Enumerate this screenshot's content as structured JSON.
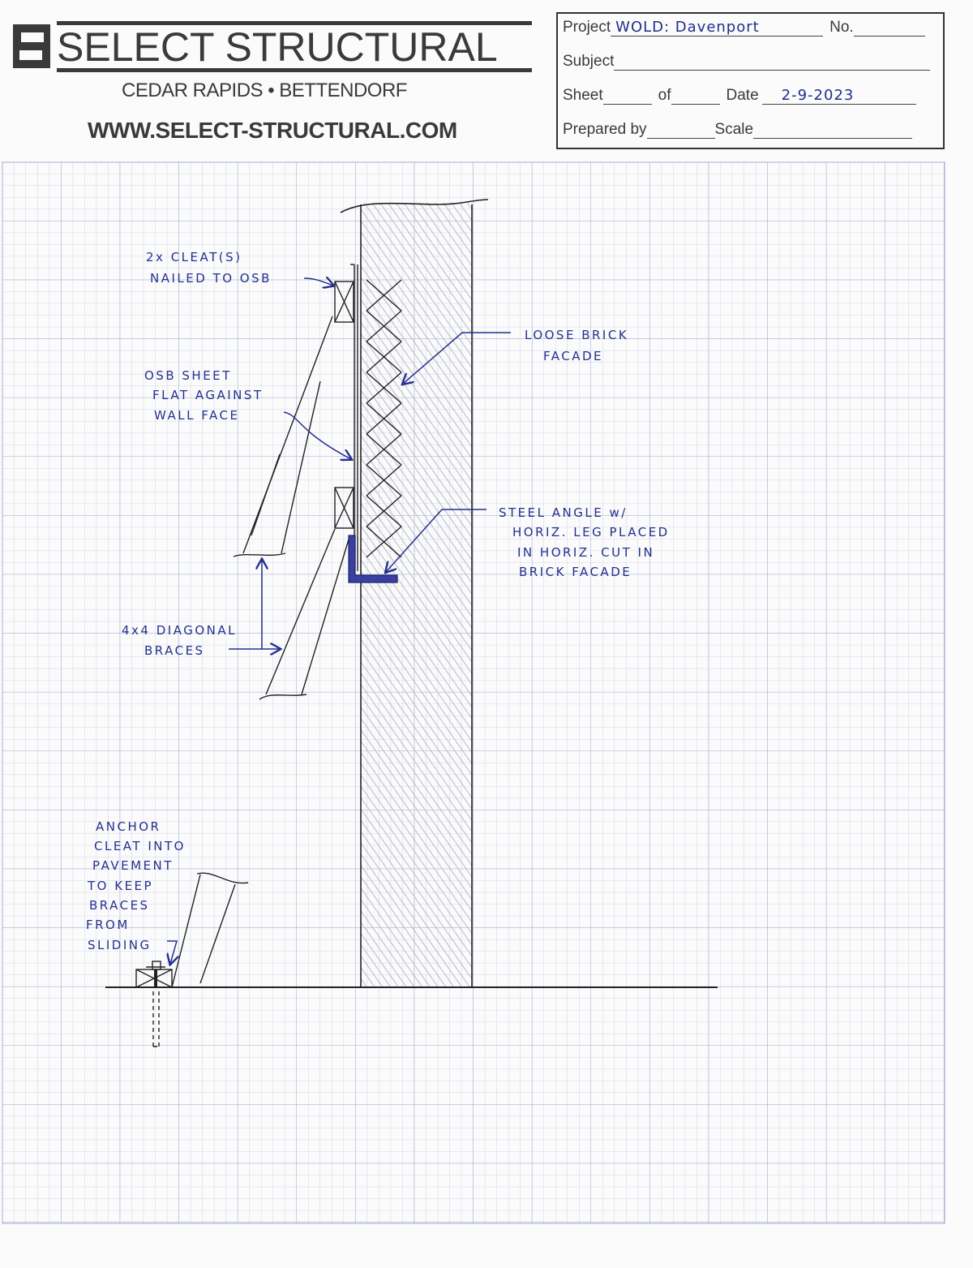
{
  "header": {
    "company": "SELECT STRUCTURAL",
    "locations": "CEDAR RAPIDS • BETTENDORF",
    "website": "WWW.SELECT-STRUCTURAL.COM"
  },
  "title_block": {
    "project_label": "Project",
    "project_value": "WOLD: Davenport",
    "no_label": "No.",
    "no_value": "",
    "subject_label": "Subject",
    "subject_value": "",
    "sheet_label": "Sheet",
    "sheet_value": "",
    "of_label": "of",
    "of_value": "",
    "date_label": "Date",
    "date_value": "2-9-2023",
    "prepared_by_label": "Prepared by",
    "prepared_by_value": "",
    "scale_label": "Scale",
    "scale_value": ""
  },
  "sketch": {
    "ink_color": "#25308f",
    "pencil_color": "#222222",
    "grid_color": "#a9b3d6",
    "annotations": {
      "cleats": [
        "2x CLEAT(S)",
        "NAILED TO OSB"
      ],
      "facade": [
        "LOOSE BRICK",
        "FACADE"
      ],
      "osb": [
        "OSB SHEET",
        "FLAT AGAINST",
        "WALL FACE"
      ],
      "angle": [
        "STEEL ANGLE w/",
        "HORIZ. LEG PLACED",
        "IN HORIZ. CUT IN",
        "BRICK FACADE"
      ],
      "braces": [
        "4x4 DIAGONAL",
        "BRACES"
      ],
      "anchor": [
        "ANCHOR",
        "CLEAT INTO",
        "PAVEMENT",
        "TO KEEP",
        "BRACES",
        "FROM",
        "SLIDING"
      ]
    }
  }
}
